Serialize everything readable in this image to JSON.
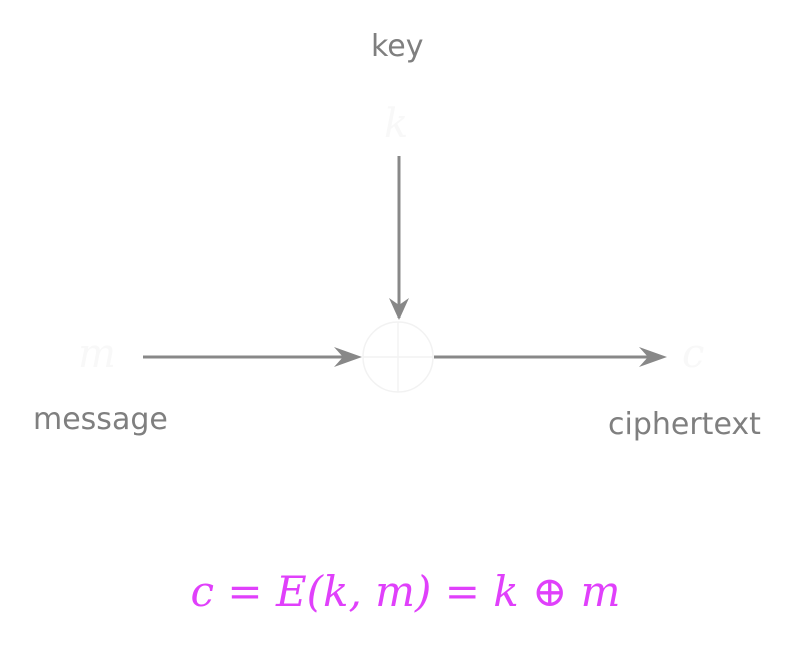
{
  "labels": {
    "key": "key",
    "message": "message",
    "ciphertext": "ciphertext"
  },
  "symbols": {
    "key": "k",
    "message": "m",
    "ciphertext": "c"
  },
  "formula": "c = E(k, m) = k ⊕ m",
  "colors": {
    "arrow": "#888888",
    "formula": "#e040fb",
    "symbol": "#f8f8f8"
  }
}
